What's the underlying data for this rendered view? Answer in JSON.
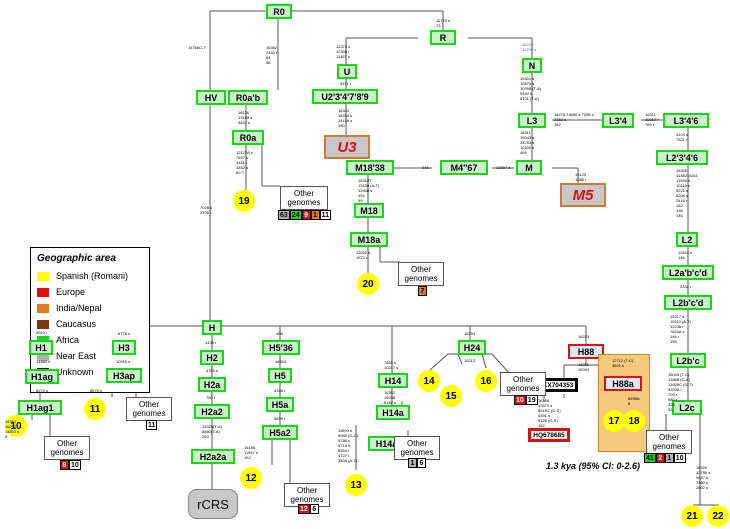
{
  "legend": {
    "title": "Geographic area",
    "items": [
      {
        "label": "Spanish (Romani)",
        "color": "#ffff00"
      },
      {
        "label": "Europe",
        "color": "#e01010"
      },
      {
        "label": "India/Nepal",
        "color": "#e07a20"
      },
      {
        "label": "Caucasus",
        "color": "#7a3a10"
      },
      {
        "label": "Africa",
        "color": "#19d619"
      },
      {
        "label": "Near East",
        "color": "#b0b0b0"
      },
      {
        "label": "Unknown",
        "color": "#ffffff"
      }
    ]
  },
  "nodes": {
    "R0": "R0",
    "R": "R",
    "HV": "HV",
    "R0ab": "R0a'b",
    "R0a": "R0a",
    "U": "U",
    "U2": "U2'3'4'7'8'9",
    "N": "N",
    "L3": "L3",
    "L34": "L3'4",
    "L346": "L3'4'6",
    "L2346": "L2'3'4'6",
    "M": "M",
    "M467": "M4''67",
    "M1838": "M18'38",
    "M18": "M18",
    "M18a": "M18a",
    "L2": "L2",
    "L2abcd": "L2a'b'c'd",
    "L2bcd": "L2b'c'd",
    "L2bc": "L2b'c",
    "L2c": "L2c",
    "H": "H",
    "H1": "H1",
    "H1ag": "H1ag",
    "H1ag1": "H1ag1",
    "H3": "H3",
    "H3ap": "H3ap",
    "H2": "H2",
    "H2a": "H2a",
    "H2a2": "H2a2",
    "H2a2a": "H2a2a",
    "H536": "H5'36",
    "H5": "H5",
    "H5a": "H5a",
    "H5a2": "H5a2",
    "H14": "H14",
    "H14a": "H14a",
    "H14a2": "H14a2",
    "H24": "H24",
    "H88": "H88",
    "H88a": "H88a"
  },
  "special": {
    "U3": "U3",
    "M5": "M5",
    "rCRS": "rCRS"
  },
  "samples": [
    "19",
    "20",
    "11",
    "10",
    "12",
    "13",
    "14",
    "15",
    "16",
    "17",
    "18",
    "21",
    "22"
  ],
  "other_label": "Other genomes",
  "other_chips": {
    "R0a": [
      [
        "63",
        "#b0b0b0"
      ],
      [
        "24",
        "#19d619"
      ],
      [
        "9",
        "#e01010"
      ],
      [
        "1",
        "#e07a20"
      ],
      [
        "11",
        "#ffffff"
      ]
    ],
    "M18a": [
      [
        "7",
        "#e07a20"
      ]
    ],
    "H3ap": [
      [
        "11",
        "#ffffff"
      ]
    ],
    "H1ag1": [
      [
        "8",
        "#e01010"
      ],
      [
        "10",
        "#ffffff"
      ]
    ],
    "H5a2": [
      [
        "12",
        "#e01010"
      ],
      [
        "6",
        "#ffffff"
      ]
    ],
    "H14a2": [
      [
        "1",
        "#b0b0b0"
      ],
      [
        "6",
        "#ffffff"
      ]
    ],
    "H24": [
      [
        "10",
        "#e01010"
      ],
      [
        "19",
        "#ffffff"
      ]
    ],
    "L2c": [
      [
        "41",
        "#19d619"
      ],
      [
        "2",
        "#e01010"
      ],
      [
        "1",
        "#b0b0b0"
      ],
      [
        "10",
        "#ffffff"
      ]
    ]
  },
  "accessions": {
    "acc1": "KX704353",
    "acc2": "HQ678685"
  },
  "date_label": "1.3 kya (95% CI: 0-2.6)",
  "mutations": {
    "m_r0_hv": "14766C-T",
    "m_hv_h": "7028 s\n2706 r",
    "m_r_top": "11719 s\n73",
    "m_r_n": "16223\n12705 s",
    "m_n_l3": "15301 s\n10873 s\n10398 (T-A)\n9540 s\n8701 (T-A)",
    "m_l3_m": "16311\n15043 s\n14783 s\n10400 s\n489",
    "m_l3_l34": "16278 13650 s 7256 s\n2352 s\n182",
    "m_l34_l346": "16311\n10810 r\n769 r",
    "m_l346_l2346": "4104 s\n7521 r",
    "m_l2346_l2": "16390\n4158216311\n13590 s\n10115 s\n9221 s\n8206 s\n2416 r\n152\n195\n146",
    "m_l2_l2abcd": "11944 s\n146",
    "m_l2abcd_l2bcd": "2332 r",
    "m_l2bcd_l2bc": "15217 s\n15110 (A-T)\n12236 r\n7624A s\n146 r\n198",
    "m_l2bc_l2c": "15049 (T-C)\n13968 (C-A)\n13928C (G-T)\n3200A r\n709 r\n680 r\n325\n93",
    "m_l2c_end": "16320\n12795 s\n9647 s\n7160 s\n2802 s",
    "m_m_m467": "12007 s",
    "m_m_m5": "16129\n1088 r",
    "m_m467_m1838": "245",
    "m_m1838_m18": "16318T\n13135 (A-T)\n12408 s\n194\n99",
    "m_m18a": "12062 s\n1572 r",
    "m_r0_u": "12372 s\n12308 r\n11467 s",
    "m_u_u2": "3971 r",
    "m_u2_u3": "16343\n15454 s\n14139 s\n150",
    "m_r0ab": "16362\n2442 r\n64\n56",
    "m_r0ab_r0a": "16126\n13188 s\n3847 s",
    "m_r0a": "12172A s\n7697 s\n4481 r\n1832 s\n60-T",
    "m_h1": "3010 r",
    "m_h1_h1ag": "14869 s",
    "m_h1ag_h1ag1": "6272 s",
    "m_h1ag1": "16362\n16092\n14803 s\n8",
    "m_h3": "6776 s",
    "m_h3_h3ap": "10916 s",
    "m_h3ap": "8575 s",
    "m_h2": "1438 r",
    "m_h2_h2a": "4769 s",
    "m_h2a_h2a2": "750 r",
    "m_h2a2_h2a2a": "15326(T-A)\n8860(T-A)\n263",
    "m_h536": "456",
    "m_h536_h5": "16304",
    "m_h5_h5a": "4336 r",
    "m_h5a_h5a2": "5839 r",
    "m_h5a2": "16186\n11947 s\n152",
    "m_h14": "7645 s\n10217 s",
    "m_h14_h14a": "16352\n16256\n6182 s",
    "m_h14a2": "11890 s\n9966 (G-C)\n9788 s\n5716 s\n5564 r\n4727 r\n3804 (A-T)",
    "m_h24": "16293",
    "m_h24_s": "16213",
    "m_h88": "16223",
    "m_h88_b": "16311\n16093",
    "m_h88_acc": "16168\n12670 s\n8519C (G-S)\n6391 s\n5128 (G-S)\n152",
    "m_h88a": "12712 (T-C)\n3621 s",
    "m_h88a_s": "8635A\n8"
  }
}
